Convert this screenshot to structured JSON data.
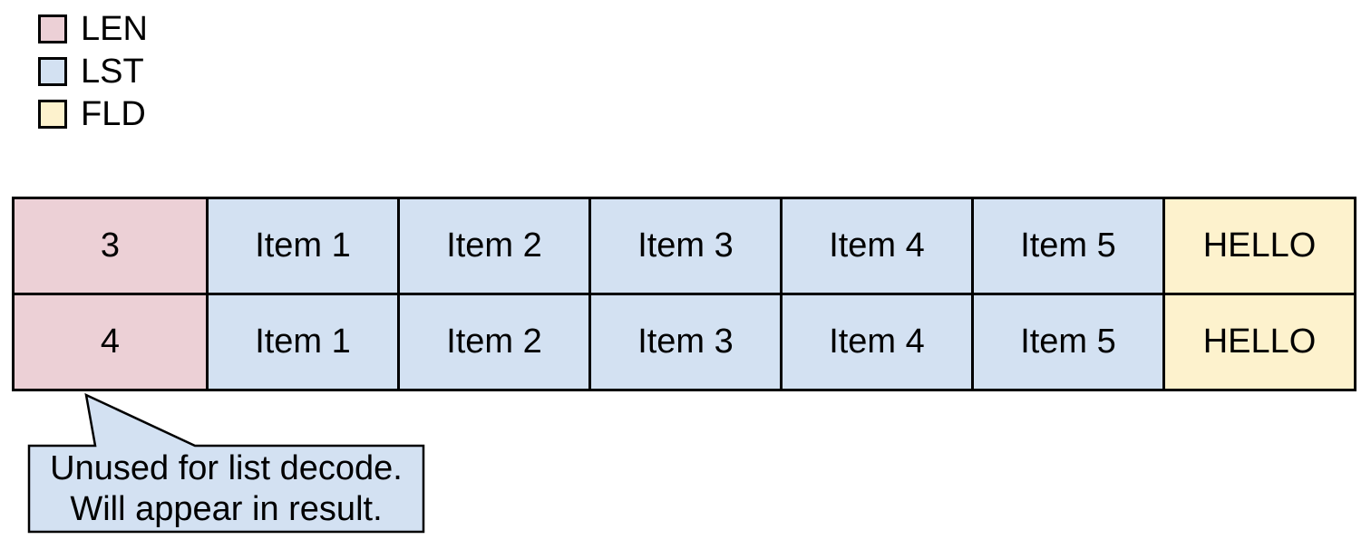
{
  "colors": {
    "len": "#ecd0d6",
    "lst": "#d3e1f2",
    "fld": "#fdf2cd"
  },
  "legend": {
    "items": [
      {
        "label": "LEN",
        "type": "len"
      },
      {
        "label": "LST",
        "type": "lst"
      },
      {
        "label": "FLD",
        "type": "fld"
      }
    ]
  },
  "table": {
    "rows": [
      {
        "cells": [
          {
            "text": "3",
            "type": "len"
          },
          {
            "text": "Item 1",
            "type": "lst"
          },
          {
            "text": "Item 2",
            "type": "lst"
          },
          {
            "text": "Item 3",
            "type": "lst"
          },
          {
            "text": "Item 4",
            "type": "lst"
          },
          {
            "text": "Item 5",
            "type": "lst"
          },
          {
            "text": "HELLO",
            "type": "fld"
          }
        ]
      },
      {
        "cells": [
          {
            "text": "4",
            "type": "len"
          },
          {
            "text": "Item 1",
            "type": "lst"
          },
          {
            "text": "Item 2",
            "type": "lst"
          },
          {
            "text": "Item 3",
            "type": "lst"
          },
          {
            "text": "Item 4",
            "type": "lst"
          },
          {
            "text": "Item 5",
            "type": "lst"
          },
          {
            "text": "HELLO",
            "type": "fld"
          }
        ]
      }
    ]
  },
  "callout": {
    "lines": [
      "Unused for list decode.",
      "Will appear in result."
    ]
  }
}
